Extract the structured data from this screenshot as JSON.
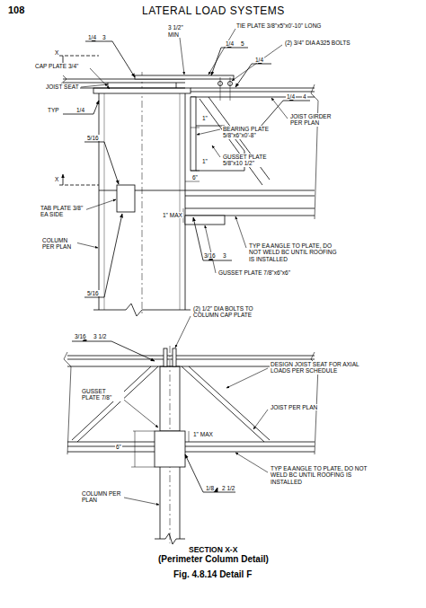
{
  "diagram": {
    "title": "LATERAL LOAD SYSTEMS",
    "caption": "Fig. 4.8.14 Detail F",
    "labels": [
      "108",
      "1/4",
      "3",
      "3 1/2\"",
      "MIN",
      "TIE PLATE 3/8\"x5\"x0'-10\" LONG",
      "1/4",
      "5",
      "(2) 3/4\" DIA A325 BOLTS",
      "1/4",
      "X",
      "CAP PLATE 3/4\"",
      "JOIST SEAT",
      "TYP",
      "1/4",
      "1/4",
      "4",
      "1\"",
      "BEARING PLATE 5/8\"x6\"x0'-8\"",
      "JOIST GIRDER PER PLAN",
      "5/16",
      "GUSSET PLATE 5/8\"x10 1/2\"",
      "1\"",
      "6\"",
      "1\" MAX",
      "X",
      "TAB PLATE 3/8\" EA SIDE",
      "COLUMN PER PLAN",
      "TYP EA ANGLE TO PLATE, DO NOT WELD BC UNTIL ROOFING IS INSTALLED",
      "3/16",
      "3",
      "GUSSET PLATE 7/8\"x6\"x6\"",
      "5/16",
      "3/16",
      "3 1/2",
      "(2) 1/2\" DIA BOLTS TO COLUMN CAP PLATE",
      "DESIGN JOIST SEAT FOR AXIAL LOADS PER SCHEDULE",
      "JOIST PER PLAN",
      "GUSSET PLATE 7/8\"",
      "1\" MAX",
      "6\"",
      "TYP EA ANGLE TO PLATE, DO NOT WELD BC UNTIL ROOFING IS INSTALLED",
      "1/8",
      "2 1/2",
      "COLUMN PER PLAN",
      "SECTION X-X",
      "(Perimeter Column Detail)"
    ]
  }
}
